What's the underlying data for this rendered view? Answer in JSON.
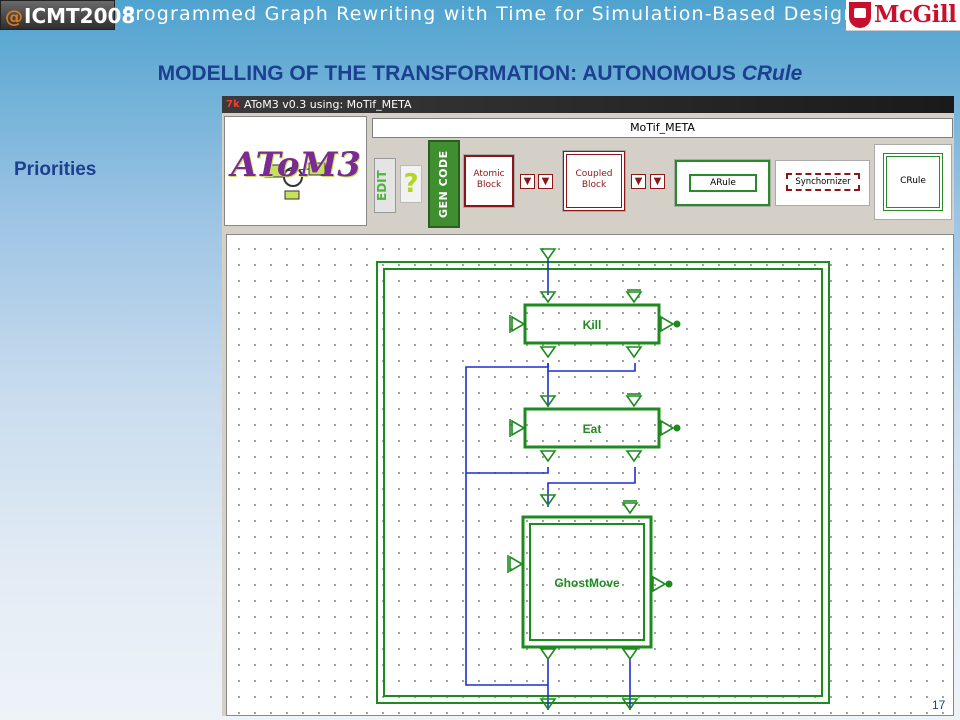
{
  "banner": {
    "logo_left": "ICMT2008",
    "title": "Programmed Graph Rewriting with Time for Simulation-Based Design",
    "logo_right": "McGill"
  },
  "slide": {
    "title": "MODELLING OF THE TRANSFORMATION: AUTONOMOUS ",
    "title_emph": "CRule",
    "side_label": "Priorities",
    "page_number": "17"
  },
  "app": {
    "window_title": "AToM3 v0.3 using: MoTif_META",
    "meta_model_name": "MoTif_META",
    "logo_text": "AToM3",
    "toolbar": {
      "edit_label": "EDIT",
      "help_label": "?",
      "gen_code_label": "GEN CODE",
      "atomic_block_label": "Atomic Block",
      "coupled_block_label": "Coupled Block",
      "arule_label": "ARule",
      "synchronizer_label": "Synchornizer",
      "crule_label": "CRule"
    },
    "diagram": {
      "blocks": [
        {
          "label": "Kill"
        },
        {
          "label": "Eat"
        },
        {
          "label": "GhostMove"
        }
      ]
    }
  },
  "colors": {
    "slide_title": "#1c3f8f",
    "rule_green": "#1f8a1f",
    "link_blue": "#1d2fd0",
    "block_red": "#8a1717"
  }
}
